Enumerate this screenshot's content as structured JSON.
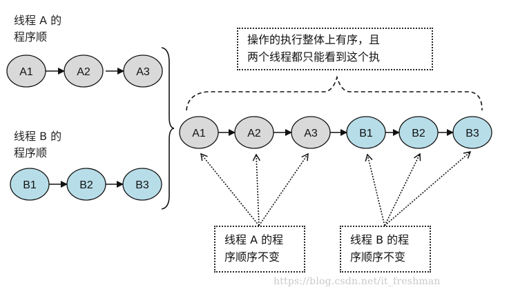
{
  "colors": {
    "thread_a": "#d9d9d9",
    "thread_b": "#b7dde8",
    "stroke": "#111111"
  },
  "thread_a_label": {
    "line1": "线程 A 的",
    "line2": "程序顺"
  },
  "thread_b_label": {
    "line1": "线程 B 的",
    "line2": "程序顺"
  },
  "thread_a_nodes": [
    "A1",
    "A2",
    "A3"
  ],
  "thread_b_nodes": [
    "B1",
    "B2",
    "B3"
  ],
  "merged_nodes": [
    "A1",
    "A2",
    "A3",
    "B1",
    "B2",
    "B3"
  ],
  "top_note": {
    "line1": "操作的执行整体上有序，且",
    "line2": "两个线程都只能看到这个执"
  },
  "note_a": {
    "line1": "线程 A 的程",
    "line2": "序顺序不变"
  },
  "note_b": {
    "line1": "线程 B 的程",
    "line2": "序顺序不变"
  },
  "watermark": "https://blog.csdn.net/it_freshman"
}
